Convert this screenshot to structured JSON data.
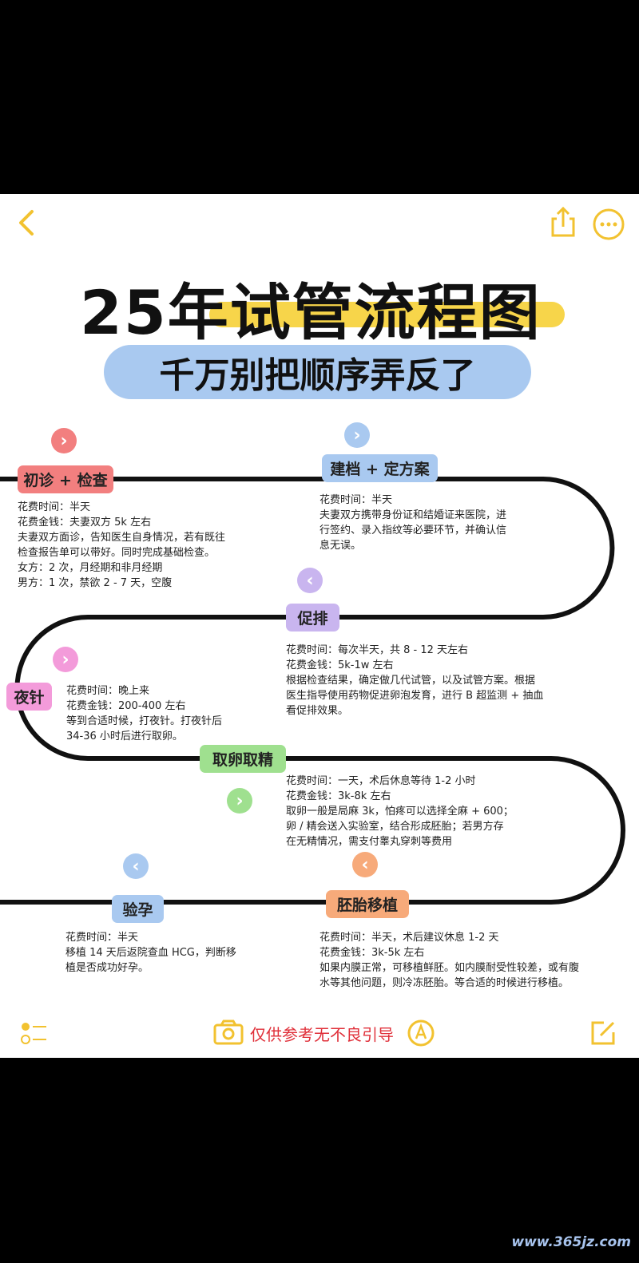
{
  "header": {
    "back_icon": "chevron-left-icon",
    "share_icon": "share-icon",
    "more_icon": "more-dots-icon"
  },
  "title": "25年试管流程图",
  "subtitle": "千万别把顺序弄反了",
  "colors": {
    "accent": "#f7c840",
    "highlight": "#f7d54a",
    "subtitle_bg": "#a9c9f0"
  },
  "steps": [
    {
      "label": "初诊 + 检查",
      "color": "#f27f7f",
      "arrow": "right",
      "lines": [
        "花费时间：半天",
        "花费金钱：夫妻双方 5k 左右",
        "夫妻双方面诊，告知医生自身情况，若有既往",
        "检查报告单可以带好。同时完成基础检查。",
        "女方：2 次，月经期和非月经期",
        "男方：1 次，禁欲 2 - 7 天，空腹"
      ]
    },
    {
      "label": "建档 + 定方案",
      "color": "#a9c9f0",
      "arrow": "right",
      "lines": [
        "花费时间：半天",
        "夫妻双方携带身份证和结婚证来医院，进",
        "行签约、录入指纹等必要环节，并确认信",
        "息无误。"
      ]
    },
    {
      "label": "促排",
      "color": "#c9b5ef",
      "arrow": "left",
      "lines": [
        "花费时间：每次半天，共 8 - 12 天左右",
        "花费金钱：5k-1w 左右",
        "根据检查结果，确定做几代试管，以及试管方案。根据",
        "医生指导使用药物促进卵泡发育，进行 B 超监测 + 抽血",
        "看促排效果。"
      ]
    },
    {
      "label": "夜针",
      "color": "#f39bda",
      "arrow": "right",
      "lines": [
        "花费时间：晚上来",
        "花费金钱：200-400 左右",
        "等到合适时候，打夜针。打夜针后",
        "34-36 小时后进行取卵。"
      ]
    },
    {
      "label": "取卵取精",
      "color": "#9fe08f",
      "arrow": "right",
      "lines": [
        "花费时间：一天，术后休息等待 1-2 小时",
        "花费金钱：3k-8k 左右",
        "取卵一般是局麻 3k，怕疼可以选择全麻 + 600；",
        "卵 / 精会送入实验室，结合形成胚胎；若男方存",
        "在无精情况，需支付睾丸穿刺等费用"
      ]
    },
    {
      "label": "胚胎移植",
      "color": "#f7aa7a",
      "arrow": "left",
      "lines": [
        "花费时间：半天，术后建议休息 1-2 天",
        "花费金钱：3k-5k 左右",
        "如果内膜正常，可移植鲜胚。如内膜耐受性较差，或有腹",
        "水等其他问题，则冷冻胚胎。等合适的时候进行移植。"
      ]
    },
    {
      "label": "验孕",
      "color": "#a9c9f0",
      "arrow": "left",
      "lines": [
        "花费时间：半天",
        "移植 14 天后返院查血 HCG，判断移",
        "植是否成功好孕。"
      ]
    }
  ],
  "footer": {
    "disclaimer": "仅供参考无不良引导",
    "disclaimer_color": "#e0303a",
    "icons": [
      "checklist-icon",
      "camera-icon",
      "pen-icon",
      "edit-icon"
    ]
  },
  "watermark": "www.365jz.com"
}
